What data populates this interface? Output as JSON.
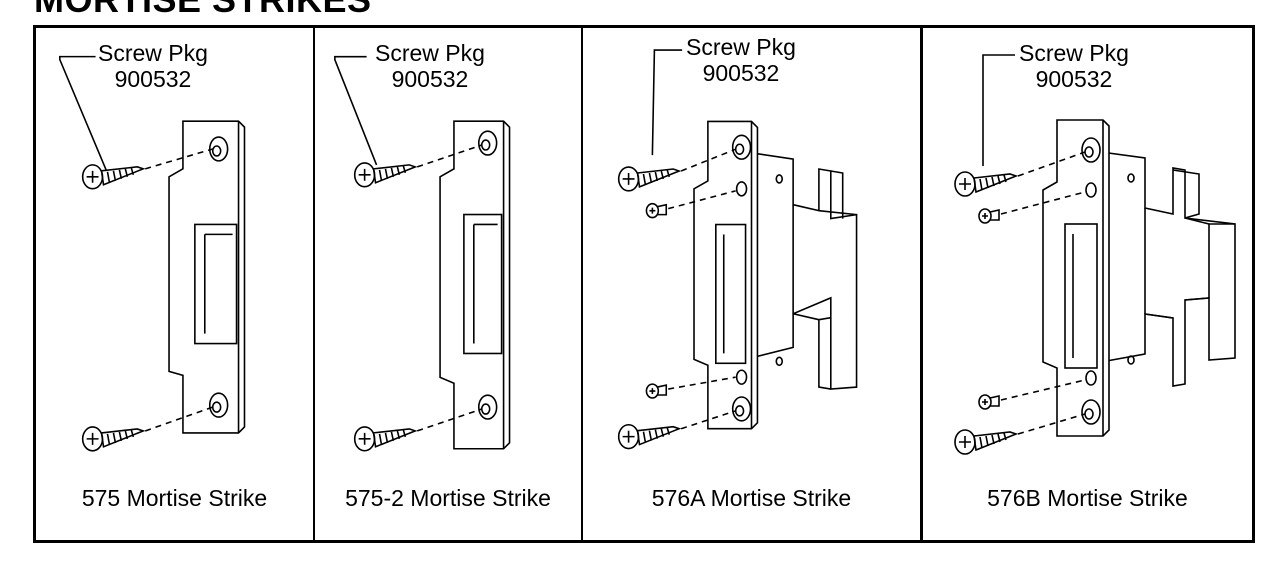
{
  "section_title": "MORTISE STRIKES",
  "screw_package": {
    "label": "Screw Pkg",
    "number": "900532"
  },
  "products": [
    {
      "caption": "575 Mortise Strike"
    },
    {
      "caption": "575-2 Mortise Strike"
    },
    {
      "caption": "576A Mortise Strike"
    },
    {
      "caption": "576B Mortise Strike"
    }
  ]
}
